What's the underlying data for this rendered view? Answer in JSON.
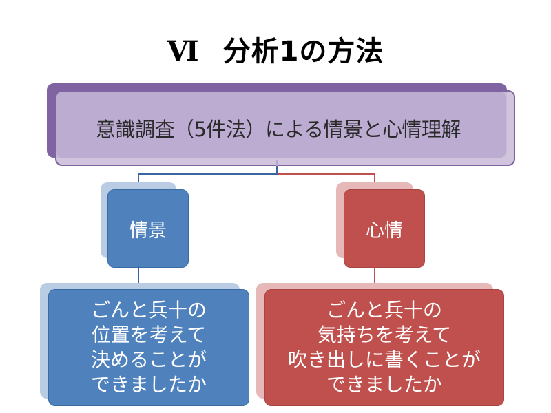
{
  "slide": {
    "title_numeral": "Ⅵ",
    "title_text": "分析1の方法"
  },
  "diagram": {
    "root": {
      "label": "意識調査（5件法）による情景と心情理解",
      "color": "#8064a2",
      "fill": "#ccc1da"
    },
    "branches": [
      {
        "label": "情景",
        "color": "#4f81bd",
        "light_color": "#b9cce4",
        "child": {
          "label": "ごんと兵十の\n位置を考えて\n決めることが\nできましたか"
        }
      },
      {
        "label": "心情",
        "color": "#c0504d",
        "light_color": "#e6b9b8",
        "child": {
          "label": "ごんと兵十の\n気持ちを考えて\n吹き出しに書くことが\nできましたか"
        }
      }
    ]
  }
}
